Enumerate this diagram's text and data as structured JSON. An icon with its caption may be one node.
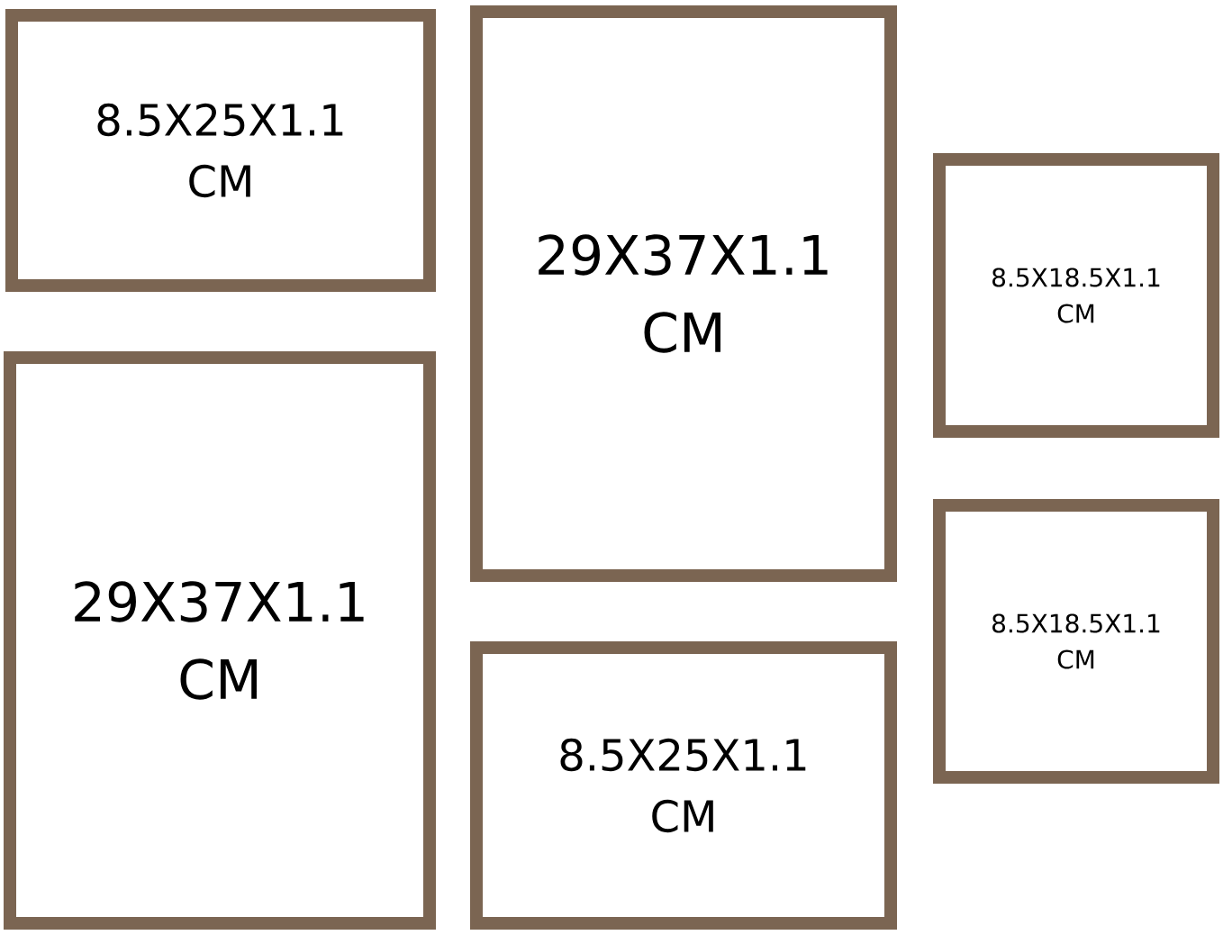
{
  "diagram": {
    "nodes": [
      {
        "text": [
          "8.5X25X1.1 CM"
        ]
      },
      {
        "text": [
          "29X37X1.1 CM"
        ]
      },
      {
        "text": [
          "8.5X18.5X1.1 CM"
        ]
      },
      {
        "text": [
          "29X37X1.1 CM"
        ]
      },
      {
        "text": [
          "8.5X18.5X1.1 CM"
        ]
      },
      {
        "text": [
          "8.5X25X1.1 CM"
        ]
      }
    ]
  }
}
